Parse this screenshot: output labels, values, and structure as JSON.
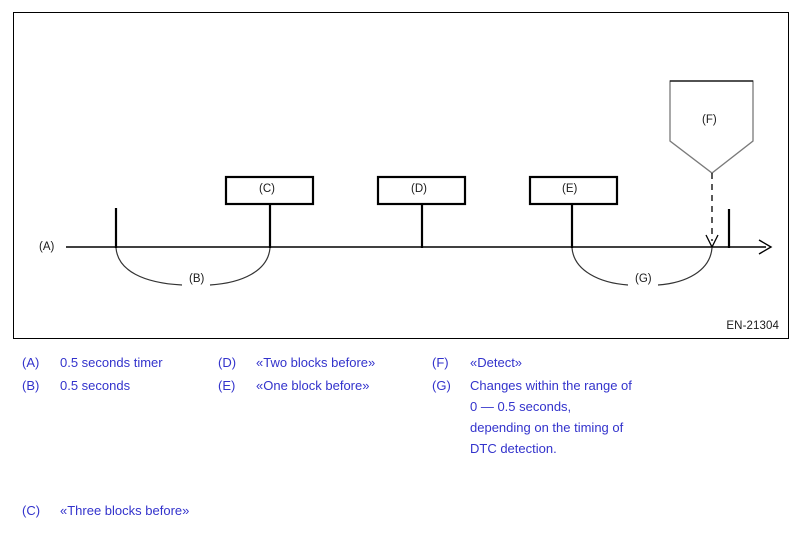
{
  "figure": {
    "code": "EN-21304",
    "axis_label": "(A)",
    "markers": [
      {
        "id": "(B)",
        "kind": "brace-label"
      },
      {
        "id": "(C)",
        "kind": "box-label"
      },
      {
        "id": "(D)",
        "kind": "box-label"
      },
      {
        "id": "(E)",
        "kind": "box-label"
      },
      {
        "id": "(F)",
        "kind": "pentagon-label"
      },
      {
        "id": "(G)",
        "kind": "brace-label"
      }
    ],
    "colors": {
      "line": "#000000",
      "frame": "#000000",
      "label_text": "#1a1a1a",
      "legend_text": "#3333cc",
      "background": "#ffffff"
    }
  },
  "legend": {
    "columns": [
      {
        "entries": [
          {
            "key": "(A)",
            "text": "0.5 seconds timer"
          },
          {
            "key": "(B)",
            "text": "0.5 seconds"
          },
          {
            "key": "(C)",
            "text": "«Three blocks before»"
          }
        ]
      },
      {
        "entries": [
          {
            "key": "(D)",
            "text": "«Two blocks before»"
          },
          {
            "key": "(E)",
            "text": "«One block before»"
          }
        ]
      },
      {
        "entries": [
          {
            "key": "(F)",
            "text": "«Detect»"
          },
          {
            "key": "(G)",
            "text": "Changes within the range of 0 — 0.5 seconds, depending on the timing of DTC detection."
          }
        ]
      }
    ]
  }
}
